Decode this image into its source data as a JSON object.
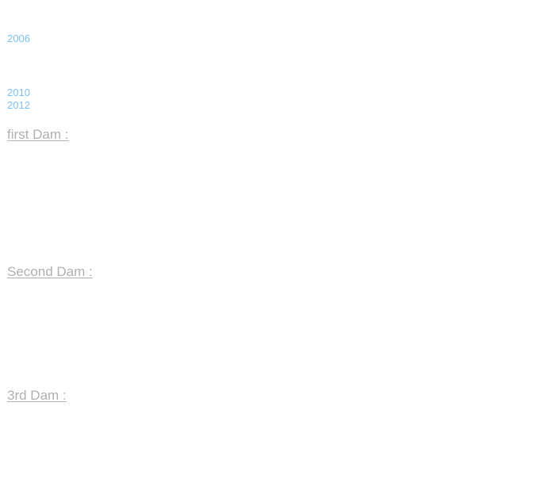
{
  "years": {
    "y2006": "2006",
    "y2010": "2010",
    "y2012": "2012"
  },
  "sections": {
    "first": "first Dam :",
    "second": "Second Dam :",
    "third": "3rd Dam :"
  },
  "colors": {
    "year_link": "#7fbfef",
    "heading_link": "#b0b0b0",
    "background": "#ffffff"
  }
}
